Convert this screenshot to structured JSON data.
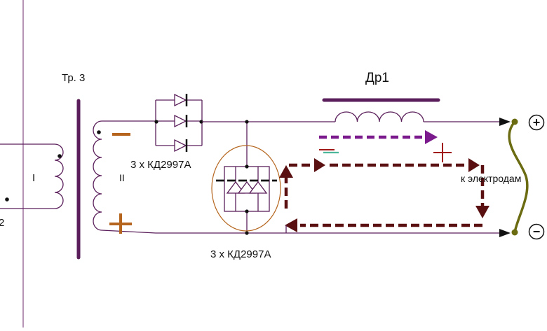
{
  "transformer": {
    "name": "Тр. 3",
    "primary_label": "I",
    "secondary_label": "II",
    "primary_terminal": "2"
  },
  "choke": {
    "name": "Др1"
  },
  "diodes": {
    "top_group": "3 x КД2997А",
    "bottom_group": "3 x КД2997А"
  },
  "output": {
    "electrodes_label": "к электродам",
    "plus_symbol": "+",
    "minus_symbol": "−"
  },
  "colors": {
    "wire": "#5a1f5a",
    "frame": "#5a1f5a",
    "current_loop": "#5a0f10",
    "choke_current": "#7a1a8c",
    "polarity_marks": "#b5651d",
    "mark_red": "#a01818",
    "mark_teal": "#4cb79a",
    "electrode_wire": "#6b6b12",
    "highlight_circle": "#b5651d"
  }
}
